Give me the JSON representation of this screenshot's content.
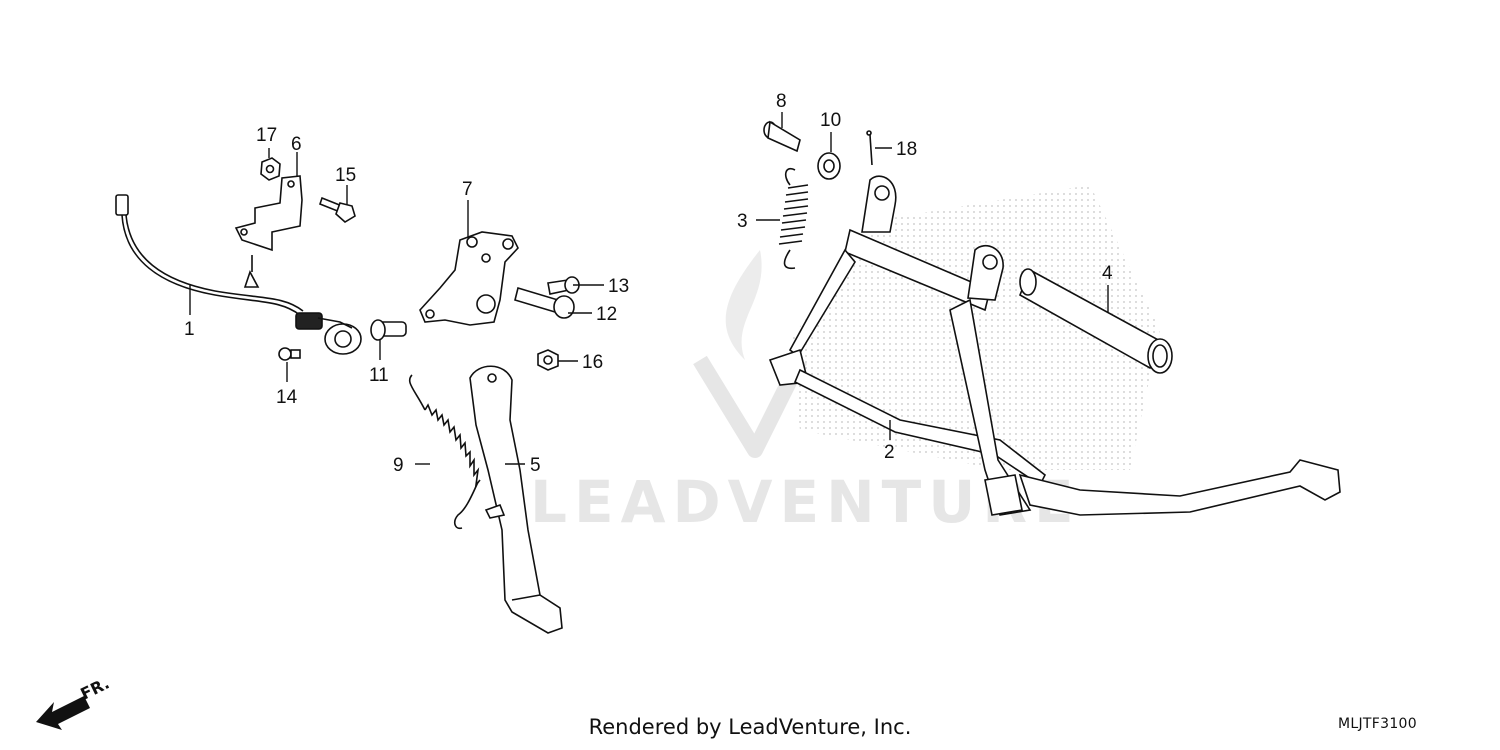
{
  "diagram": {
    "watermark_text": "LEADVENTURE",
    "credit": "Rendered by LeadVenture, Inc.",
    "diagram_code": "MLJTF3100",
    "front_arrow_label": "FR.",
    "parts": [
      {
        "num": "1",
        "name": "side-stand-switch"
      },
      {
        "num": "2",
        "name": "main-stand"
      },
      {
        "num": "3",
        "name": "main-stand-spring"
      },
      {
        "num": "4",
        "name": "main-stand-pivot-pipe"
      },
      {
        "num": "5",
        "name": "side-stand"
      },
      {
        "num": "6",
        "name": "switch-harness-bracket"
      },
      {
        "num": "7",
        "name": "side-stand-bracket"
      },
      {
        "num": "8",
        "name": "spring-hook-bolt"
      },
      {
        "num": "9",
        "name": "side-stand-spring"
      },
      {
        "num": "10",
        "name": "washer"
      },
      {
        "num": "11",
        "name": "pivot-bolt"
      },
      {
        "num": "12",
        "name": "bracket-bolt"
      },
      {
        "num": "13",
        "name": "bracket-bolt-small"
      },
      {
        "num": "14",
        "name": "switch-screw"
      },
      {
        "num": "15",
        "name": "bracket-flange-bolt"
      },
      {
        "num": "16",
        "name": "lock-nut"
      },
      {
        "num": "17",
        "name": "flange-nut"
      },
      {
        "num": "18",
        "name": "cotter-pin"
      }
    ]
  }
}
